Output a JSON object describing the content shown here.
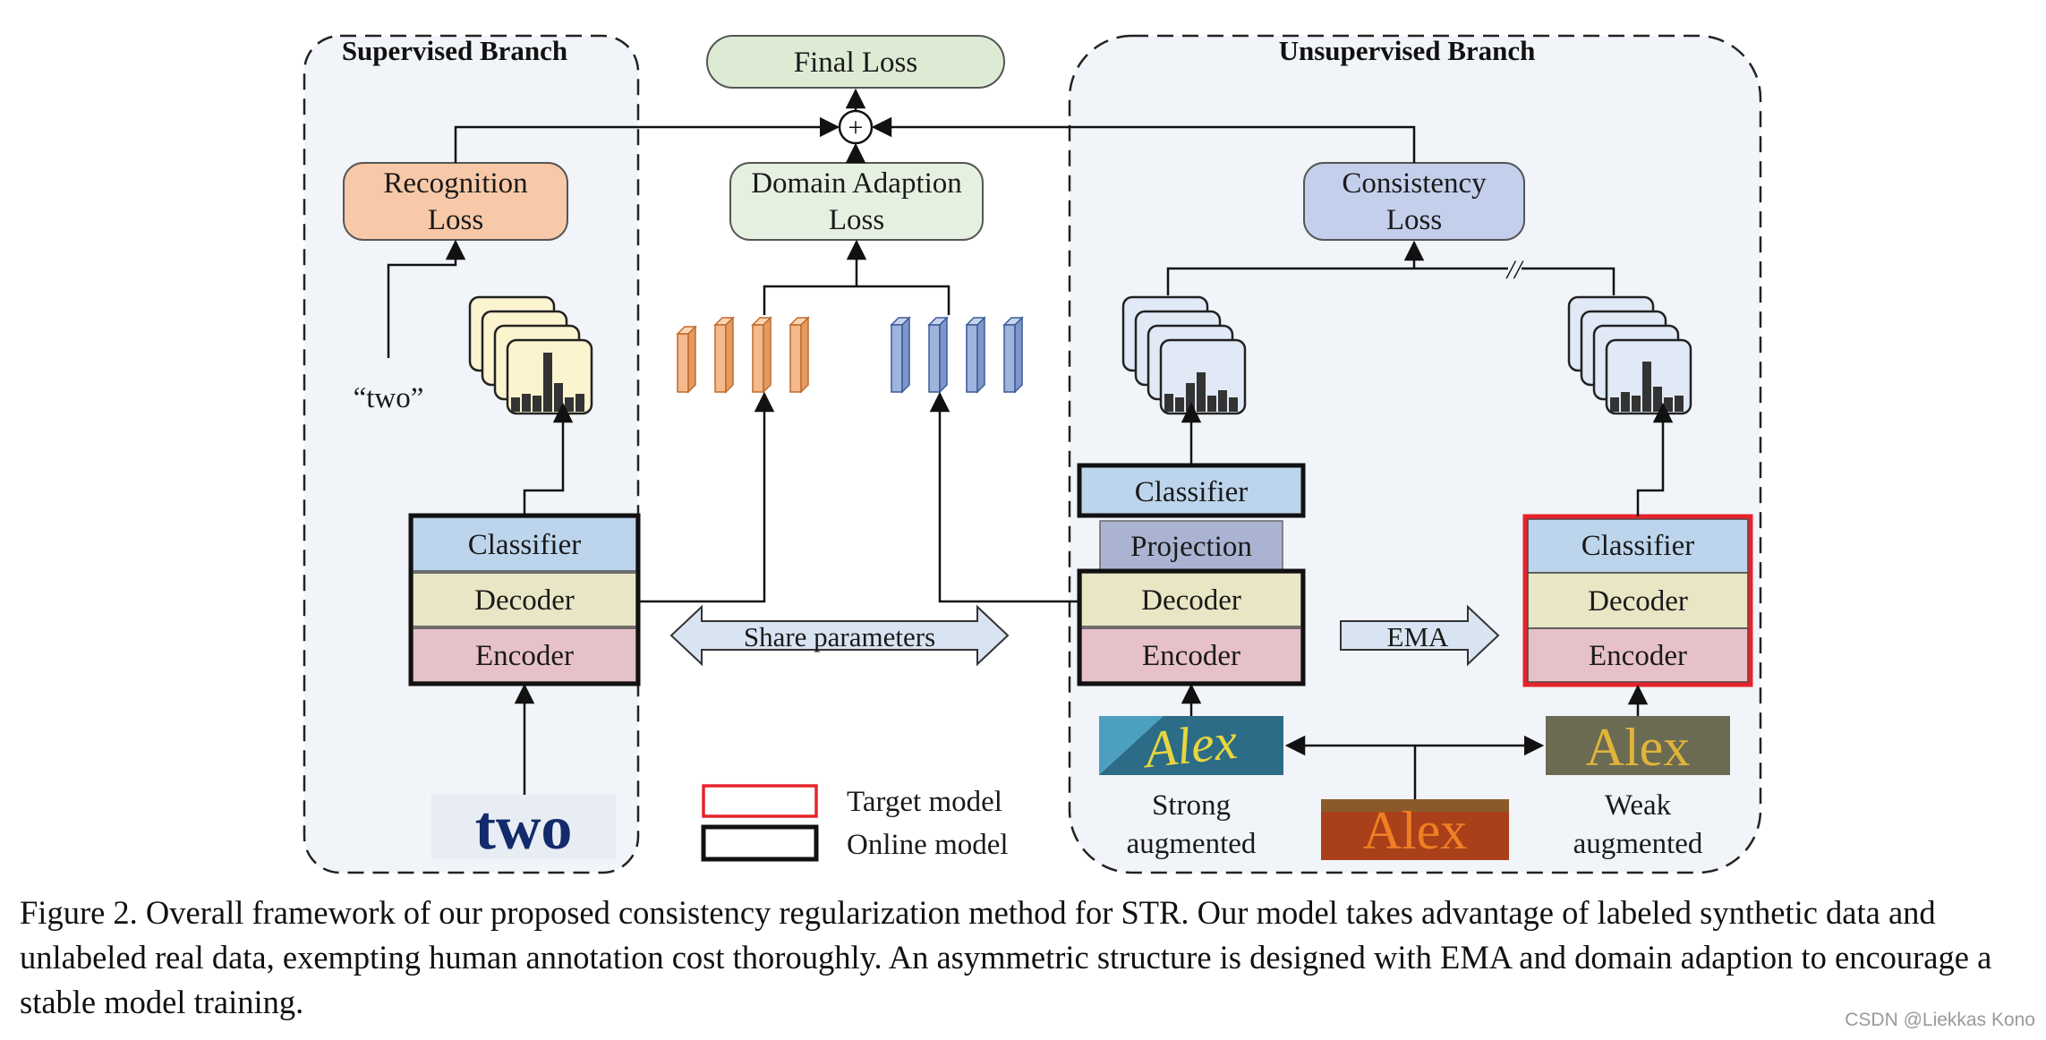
{
  "branches": {
    "supervised_title": "Supervised Branch",
    "unsupervised_title": "Unsupervised Branch"
  },
  "losses": {
    "final": "Final Loss",
    "recognition_line1": "Recognition",
    "recognition_line2": "Loss",
    "domain_line1": "Domain Adaption",
    "domain_line2": "Loss",
    "consistency_line1": "Consistency",
    "consistency_line2": "Loss",
    "plus": "+"
  },
  "modules": {
    "classifier": "Classifier",
    "decoder": "Decoder",
    "encoder": "Encoder",
    "projection": "Projection"
  },
  "labels": {
    "ground_truth": "“two”",
    "share_parameters": "Share parameters",
    "ema": "EMA",
    "strong_line1": "Strong",
    "strong_line2": "augmented",
    "weak_line1": "Weak",
    "weak_line2": "augmented",
    "stop_gradient": "//"
  },
  "images": {
    "synthetic_word": "two",
    "real_word": "Alex"
  },
  "legend": {
    "target_model": "Target model",
    "online_model": "Online model"
  },
  "caption": "Figure 2. Overall framework of our proposed consistency regularization method for STR. Our model takes advantage of labeled synthetic data and unlabeled real data, exempting human annotation cost thoroughly.  An asymmetric structure is designed with EMA and domain adaption to encourage a stable model training.",
  "watermark": "CSDN @Liekkas Kono",
  "colors": {
    "classifier": "#bcd5ec",
    "decoder": "#e8e6c4",
    "encoder": "#e7c1c9",
    "projection": "#aab4d2",
    "recognition_loss": "#f8c9a8",
    "domain_loss": "#e6f0e0",
    "final_loss": "#deebd4",
    "consistency_loss": "#c4cfec",
    "target_border": "#e5232c",
    "online_border": "#111111",
    "feature_orange": "#f4b98c",
    "feature_blue": "#9fb4dc",
    "panel_bg": "#f1f4f8"
  }
}
